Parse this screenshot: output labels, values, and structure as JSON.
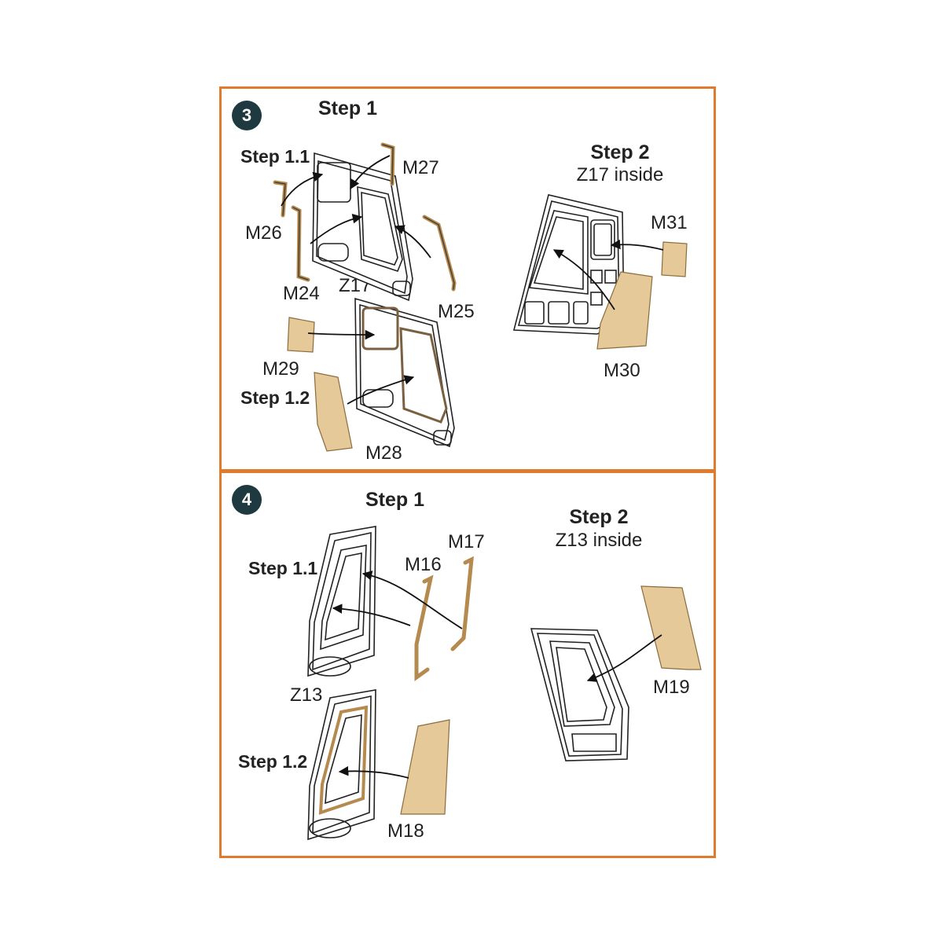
{
  "panels": [
    {
      "number": "3",
      "step1": "Step 1",
      "step1_1": "Step 1.1",
      "step1_2": "Step 1.2",
      "step2": "Step 2",
      "step2_note": "Z17 inside",
      "parts": {
        "m27": "M27",
        "m26": "M26",
        "m24": "M24",
        "z17": "Z17",
        "m25": "M25",
        "m29": "M29",
        "m28": "M28",
        "m31": "M31",
        "m30": "M30"
      }
    },
    {
      "number": "4",
      "step1": "Step 1",
      "step1_1": "Step 1.1",
      "step1_2": "Step 1.2",
      "step2": "Step 2",
      "step2_note": "Z13 inside",
      "parts": {
        "m17": "M17",
        "m16": "M16",
        "z13": "Z13",
        "m18": "M18",
        "m19": "M19"
      }
    }
  ],
  "colors": {
    "frame": "#e07a2c",
    "badge": "#1e3a40",
    "mask_fill": "#e6c999",
    "mask_stroke": "#b58a4e",
    "line": "#222222"
  }
}
